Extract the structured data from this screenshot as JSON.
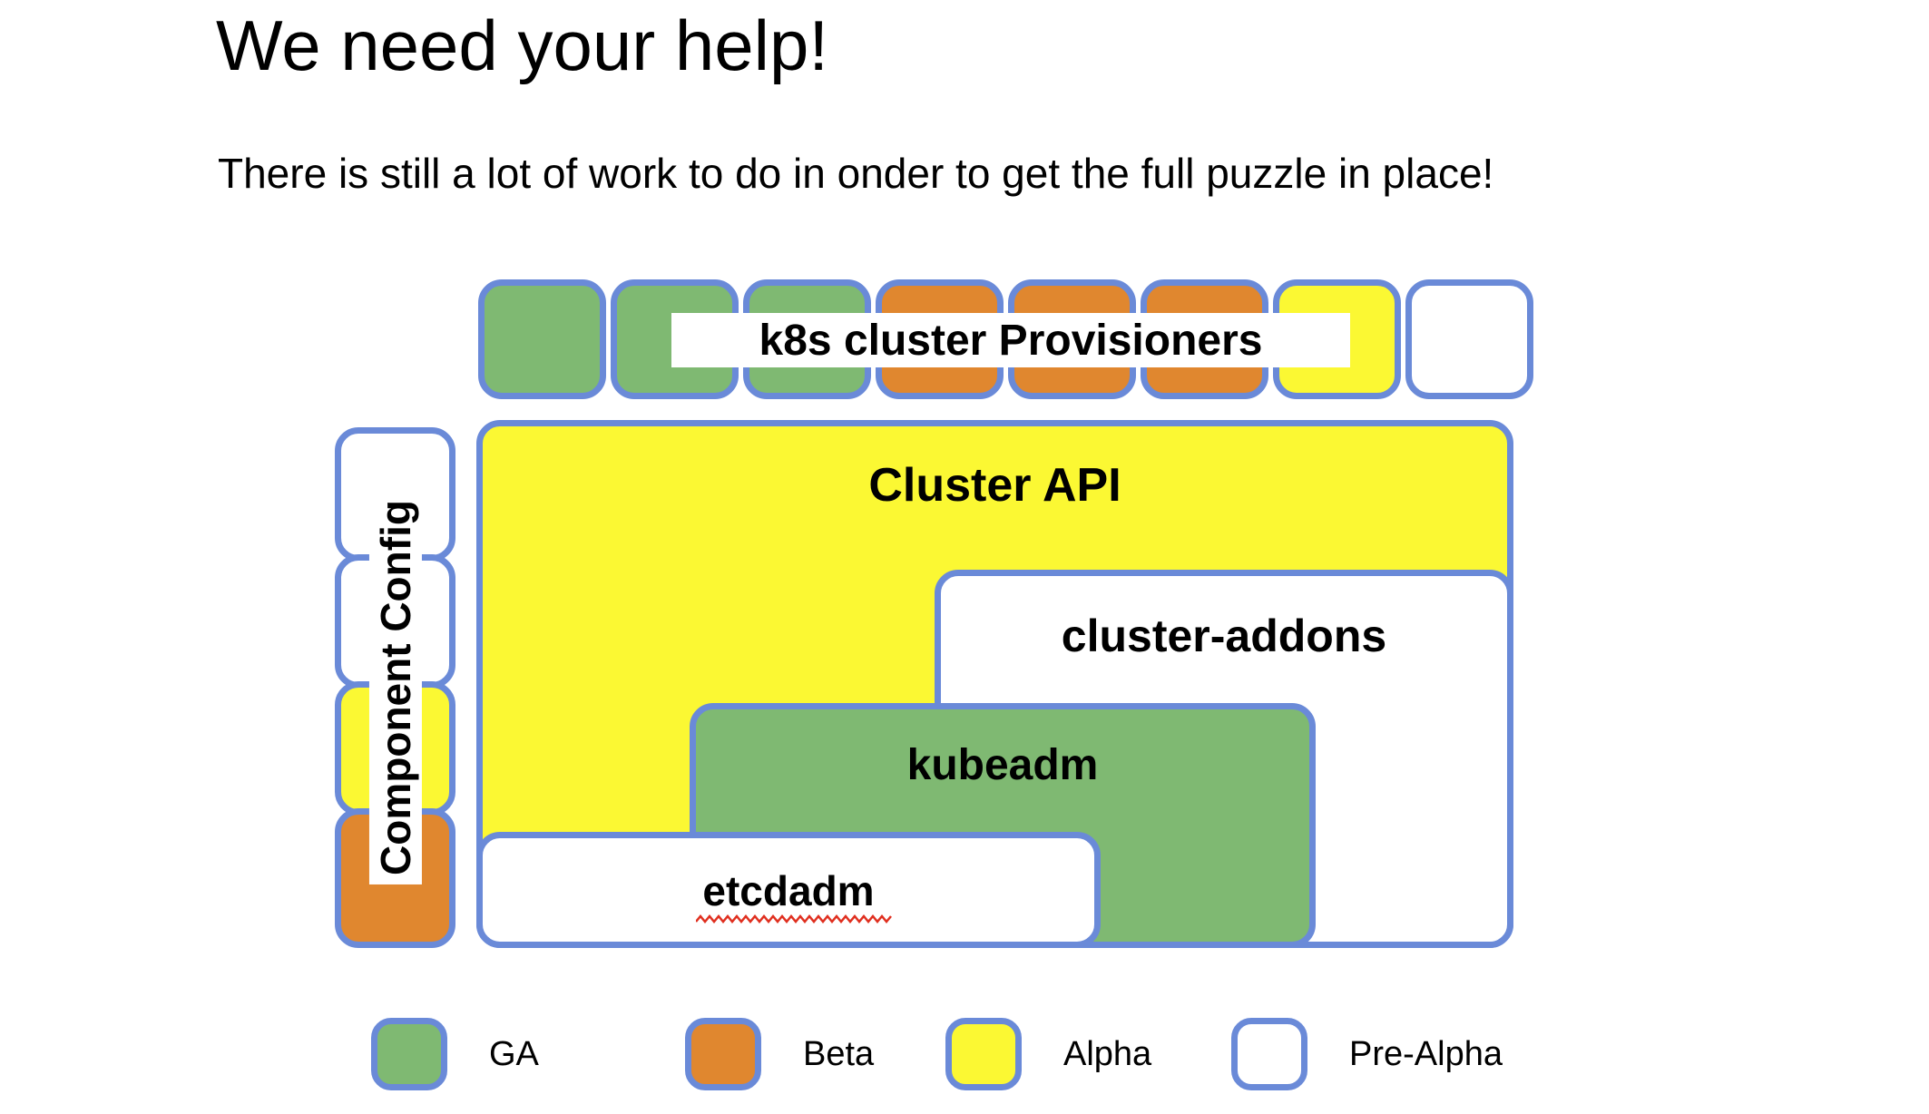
{
  "slide": {
    "title": "We need your help!",
    "subtitle": "There is still a lot of work to do in onder to get the full puzzle in place!"
  },
  "diagram": {
    "provisioners_label": "k8s cluster Provisioners",
    "component_config_label": "Component Config",
    "cluster_api_label": "Cluster API",
    "cluster_addons_label": "cluster-addons",
    "kubeadm_label": "kubeadm",
    "etcdadm_label": "etcdadm",
    "provisioner_tiles": [
      {
        "maturity": "GA",
        "color": "#7fb972"
      },
      {
        "maturity": "GA",
        "color": "#7fb972"
      },
      {
        "maturity": "GA",
        "color": "#7fb972"
      },
      {
        "maturity": "Beta",
        "color": "#e0872f"
      },
      {
        "maturity": "Beta",
        "color": "#e0872f"
      },
      {
        "maturity": "Beta",
        "color": "#e0872f"
      },
      {
        "maturity": "Alpha",
        "color": "#fbf833"
      },
      {
        "maturity": "Pre-Alpha",
        "color": "#ffffff"
      }
    ],
    "component_config_segments": [
      {
        "maturity": "Pre-Alpha",
        "color": "#ffffff"
      },
      {
        "maturity": "Pre-Alpha",
        "color": "#ffffff"
      },
      {
        "maturity": "Alpha",
        "color": "#fbf833"
      },
      {
        "maturity": "Beta",
        "color": "#e0872f"
      }
    ],
    "block_maturity": {
      "cluster_api": "Alpha",
      "cluster_addons": "Pre-Alpha",
      "kubeadm": "GA",
      "etcdadm": "Pre-Alpha"
    }
  },
  "legend": {
    "items": [
      {
        "label": "GA",
        "color": "#7fb972"
      },
      {
        "label": "Beta",
        "color": "#e0872f"
      },
      {
        "label": "Alpha",
        "color": "#fbf833"
      },
      {
        "label": "Pre-Alpha",
        "color": "#ffffff"
      }
    ]
  },
  "colors": {
    "border": "#6a8ad8",
    "ga": "#7fb972",
    "beta": "#e0872f",
    "alpha": "#fbf833",
    "prealpha": "#ffffff",
    "text": "#000000",
    "spellcheck": "#e03020"
  }
}
